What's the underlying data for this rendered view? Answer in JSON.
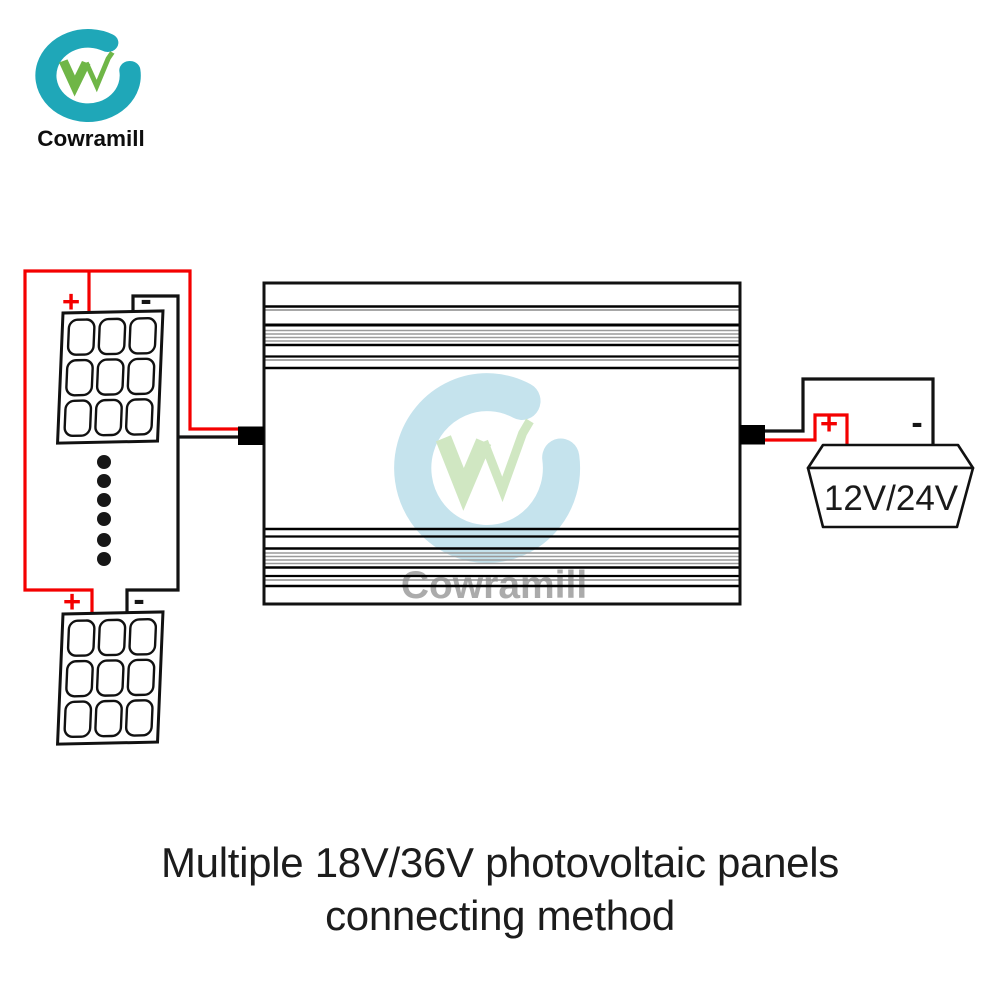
{
  "brand": {
    "logo_text": "Cowramill"
  },
  "watermark": {
    "text": "Cowramill"
  },
  "diagram": {
    "panels": {
      "top": {
        "plus": "+",
        "minus": "-"
      },
      "bottom": {
        "plus": "+",
        "minus": "-"
      }
    },
    "battery": {
      "plus": "+",
      "minus": "-",
      "label": "12V/24V"
    }
  },
  "caption": {
    "line1": "Multiple 18V/36V photovoltaic panels",
    "line2": "connecting method"
  },
  "colors": {
    "positive": "#f40000",
    "negative": "#121212",
    "brand_teal": "#1fa7b8",
    "brand_green": "#6fb647",
    "watermark_blue": "#c5e3ed",
    "watermark_green": "#d0e7c2",
    "watermark_gray": "#ababab"
  }
}
